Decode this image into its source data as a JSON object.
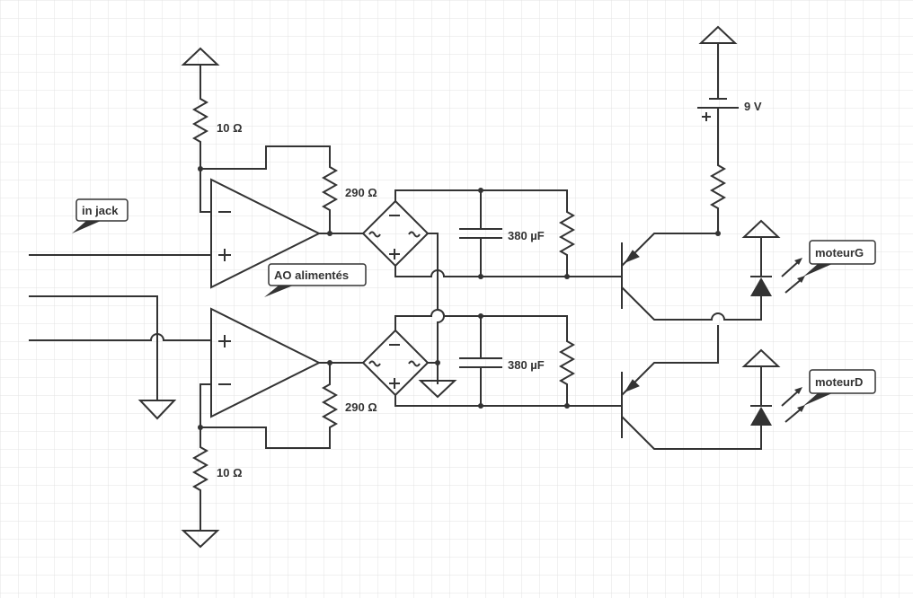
{
  "labels": {
    "in_jack": "in jack",
    "ao_alimentes": "AO alimentés",
    "moteur_g": "moteurG",
    "moteur_d": "moteurD",
    "r_top_feedback": "290 Ω",
    "r_bottom_feedback": "290 Ω",
    "r_top_ground": "10 Ω",
    "r_bottom_ground": "10 Ω",
    "cap_top": "380 µF",
    "cap_bottom": "380 µF",
    "battery": "9 V"
  },
  "colors": {
    "grid": "#e3e3e3",
    "wire": "#333333",
    "background": "#ffffff"
  }
}
